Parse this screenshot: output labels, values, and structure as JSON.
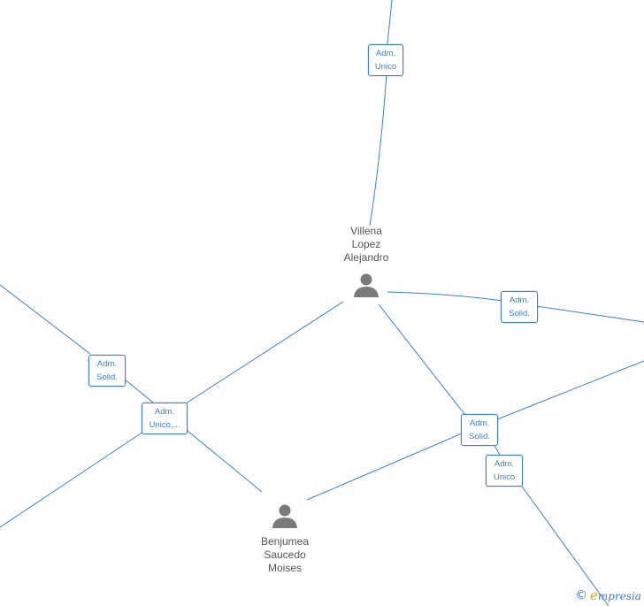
{
  "people": {
    "villena": {
      "name_lines": [
        "Villena",
        "Lopez",
        "Alejandro"
      ]
    },
    "benjumea": {
      "name_lines": [
        "Benjumea",
        "Saucedo",
        "Moises"
      ]
    }
  },
  "relations": {
    "r1": {
      "lines": [
        "Adm.",
        "Unico"
      ]
    },
    "r2": {
      "lines": [
        "Adm.",
        "Solid."
      ]
    },
    "r3": {
      "lines": [
        "Adm.",
        "Solid."
      ]
    },
    "r4": {
      "lines": [
        "Adm.",
        "Unico,..."
      ]
    },
    "r5": {
      "lines": [
        "Adm.",
        "Solid."
      ]
    },
    "r6": {
      "lines": [
        "Adm.",
        "Unico"
      ]
    }
  },
  "brand": {
    "copyright": "©",
    "e": "e",
    "rest": "mpresia"
  },
  "colors": {
    "edge": "#3a7fd5",
    "person_icon": "#7a7a7a",
    "brand_accent": "#f0a020"
  }
}
